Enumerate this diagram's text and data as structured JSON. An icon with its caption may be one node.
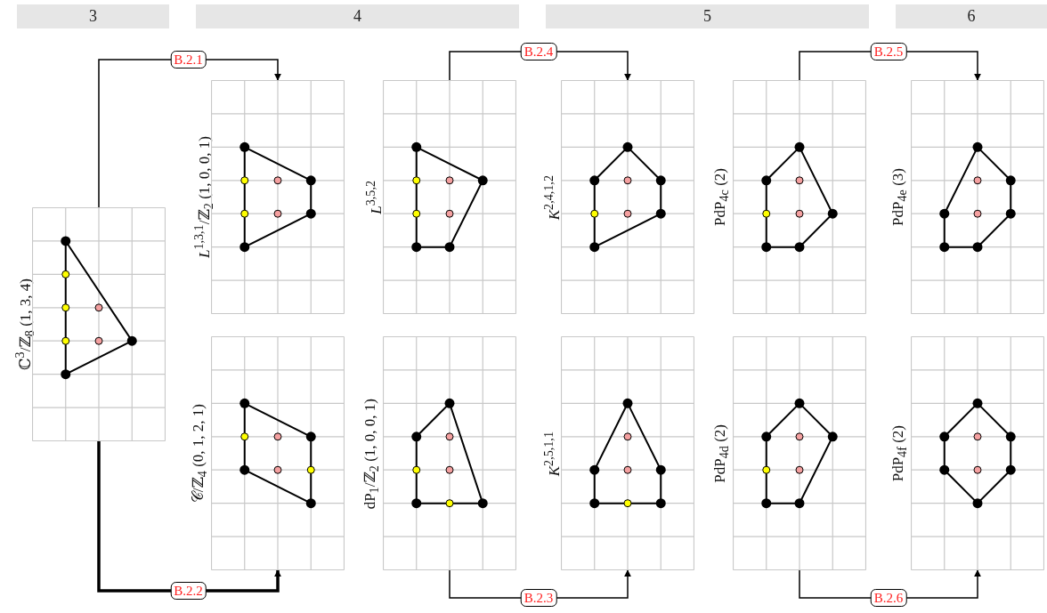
{
  "diagram": {
    "nodes": [
      {
        "text": [
          "ℂ$^{3}$/ℤ$_{8}$ (1, 3, 4)"
        ]
      },
      {
        "text": [
          "*L*$^{1,3,1}$/ℤ$_{2}$ (1, 0, 0, 1)"
        ]
      },
      {
        "text": [
          "*L*$^{3,5,2}$"
        ]
      },
      {
        "text": [
          "*K*$^{2,4,1,2}$"
        ]
      },
      {
        "text": [
          "PdP$_{4c}$ (2)"
        ]
      },
      {
        "text": [
          "PdP$_{4e}$ (3)"
        ]
      },
      {
        "text": [
          "𝒞/ℤ$_{4}$ (0, 1, 2, 1)"
        ]
      },
      {
        "text": [
          "dP$_{1}$/ℤ$_{2}$ (1, 0, 0, 1)"
        ]
      },
      {
        "text": [
          "*K*$^{2,5,1,1}$"
        ]
      },
      {
        "text": [
          "PdP$_{4d}$ (2)"
        ]
      },
      {
        "text": [
          "PdP$_{4f}$ (2)"
        ]
      }
    ],
    "edges": [
      {
        "from": 0,
        "to": 1,
        "arrow": "to",
        "label": "B.2.1"
      },
      {
        "from": 0,
        "to": 6,
        "arrow": "to",
        "label": "B.2.2",
        "style": "thick"
      },
      {
        "from": 7,
        "to": 8,
        "arrow": "to",
        "label": "B.2.3"
      },
      {
        "from": 2,
        "to": 3,
        "arrow": "to",
        "label": "B.2.4"
      },
      {
        "from": 4,
        "to": 5,
        "arrow": "to",
        "label": "B.2.5"
      },
      {
        "from": 9,
        "to": 10,
        "arrow": "to",
        "label": "B.2.6"
      }
    ],
    "labels": [
      "3",
      "4",
      "5",
      "6"
    ]
  }
}
